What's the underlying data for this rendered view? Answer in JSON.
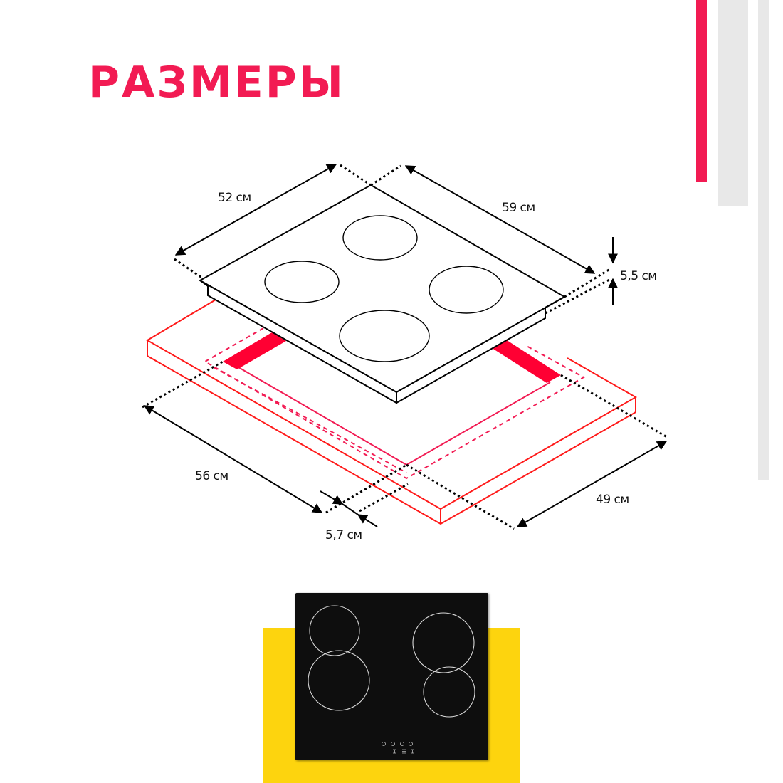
{
  "header": {
    "title": "РАЗМЕРЫ"
  },
  "colors": {
    "accent": "#f21b53",
    "highlight": "#ff0033",
    "outline_red": "#ff1a1a",
    "yellow": "#fdd40e",
    "gray_bar": "#e8e8e8",
    "hob_black": "#0e0e0e"
  },
  "dimensions": {
    "hob_depth": "52 см",
    "hob_width": "59 см",
    "hob_height": "5,5 см",
    "cutout_width": "56 см",
    "cutout_depth": "49 см",
    "min_offset": "5,7 см"
  },
  "product_photo": {
    "burners": 4,
    "controls": {
      "buttons": 4,
      "symbols": 3
    }
  }
}
